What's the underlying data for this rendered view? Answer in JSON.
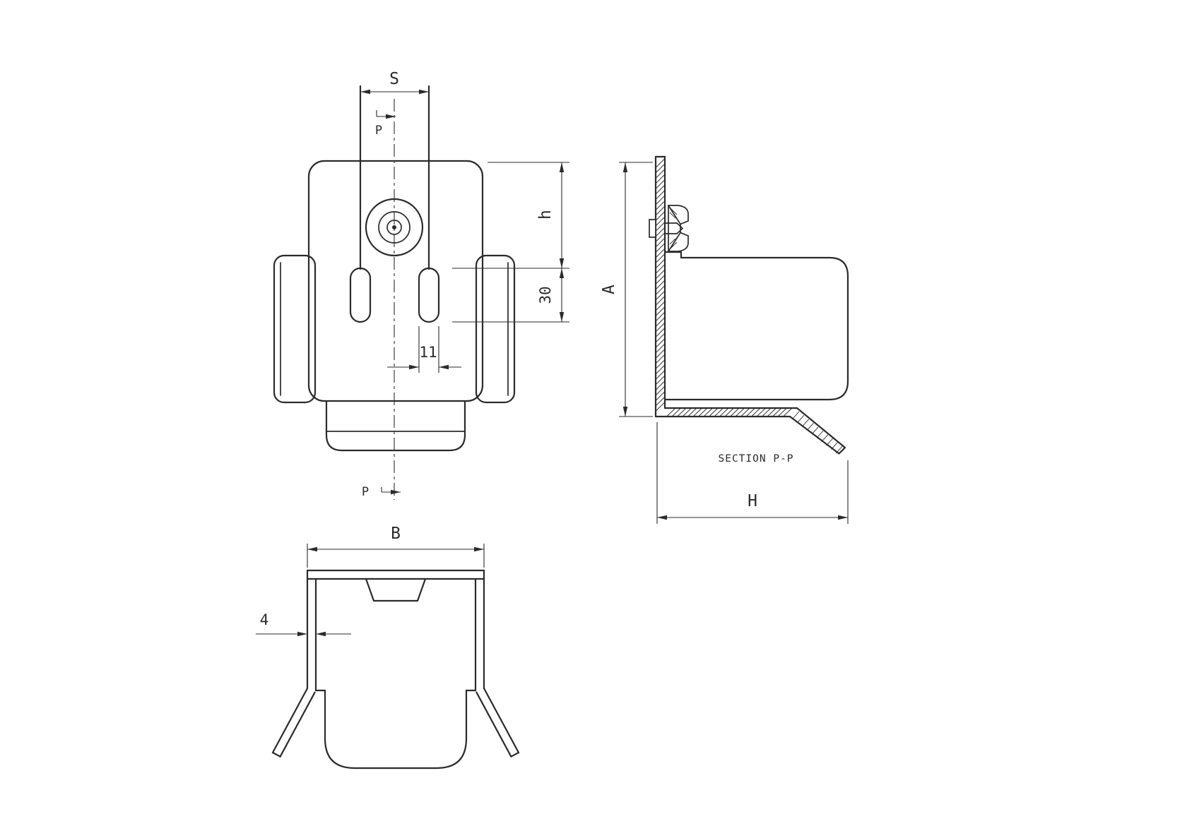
{
  "drawing": {
    "background": "#ffffff",
    "line_color": "#2b2b2b",
    "front": {
      "dim_s": "S",
      "section_mark_top": "P",
      "section_mark_bottom": "P",
      "dim_h": "h",
      "dim_slot_length": "30",
      "dim_slot_width": "11"
    },
    "section": {
      "dim_height": "A",
      "caption": "SECTION P-P",
      "dim_depth": "H"
    },
    "bottom": {
      "dim_width": "B",
      "dim_thickness": "4"
    }
  }
}
